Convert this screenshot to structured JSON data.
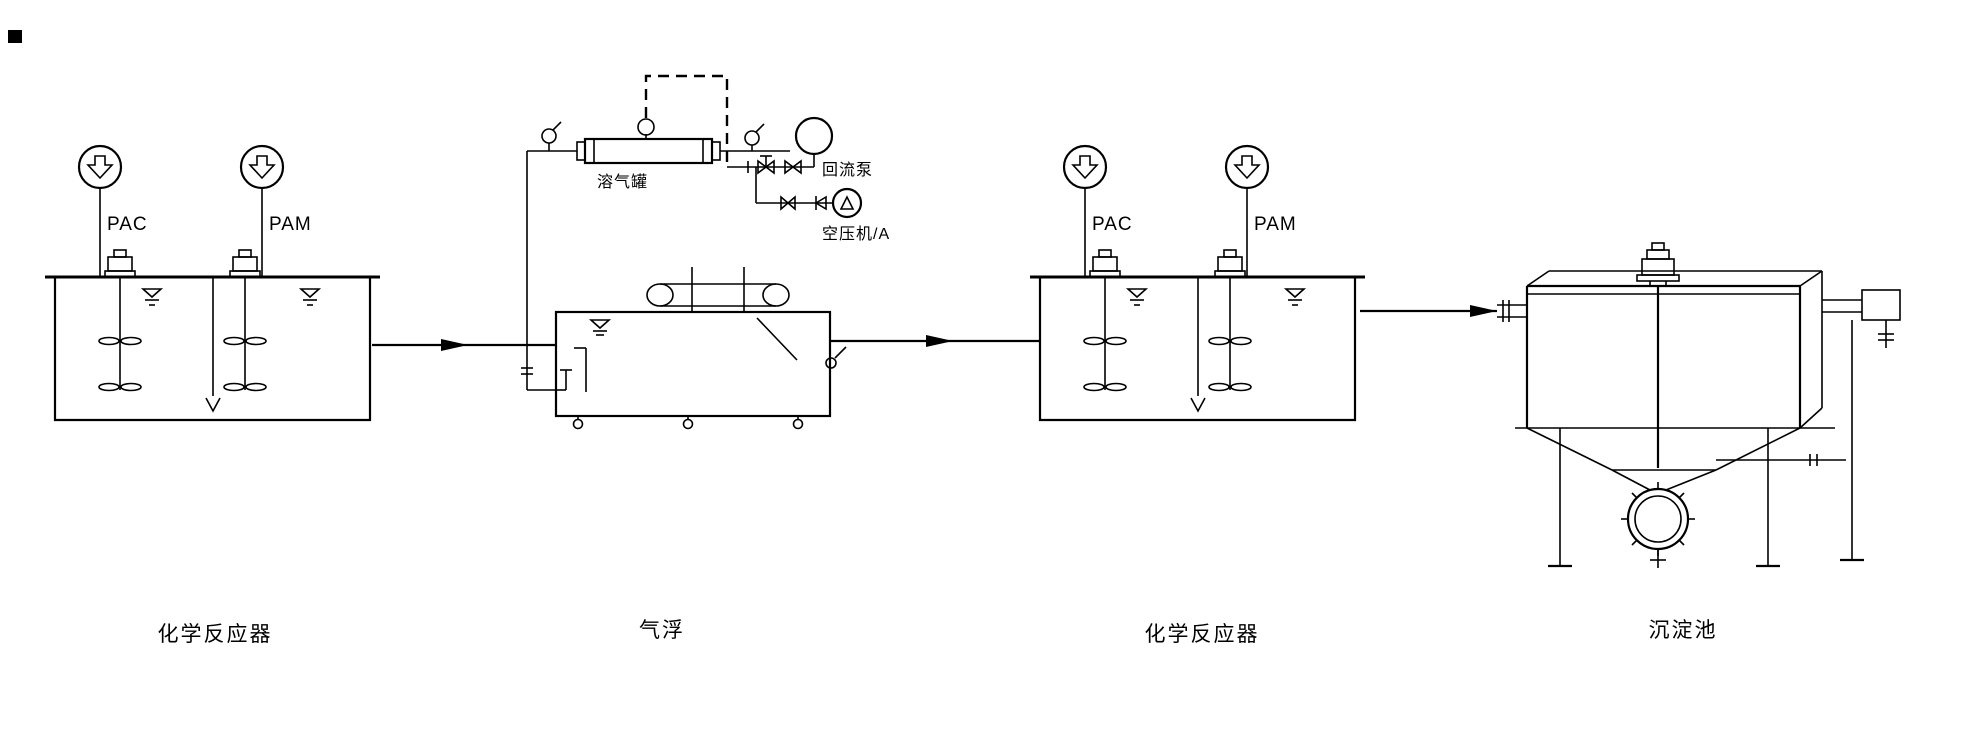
{
  "page": {
    "type": "process-flow-diagram",
    "background_color": "#ffffff",
    "line_color": "#000000"
  },
  "units": {
    "reactor1": {
      "label": "化学反应器",
      "dosing": [
        {
          "label": "PAC"
        },
        {
          "label": "PAM"
        }
      ]
    },
    "flotation": {
      "label": "气浮"
    },
    "dissolved_air_tank": {
      "label": "溶气罐"
    },
    "reflux_pump": {
      "label": "回流泵"
    },
    "air_compressor": {
      "label": "空压机/A"
    },
    "reactor2": {
      "label": "化学反应器",
      "dosing": [
        {
          "label": "PAC"
        },
        {
          "label": "PAM"
        }
      ]
    },
    "sedimentation": {
      "label": "沉淀池"
    }
  }
}
